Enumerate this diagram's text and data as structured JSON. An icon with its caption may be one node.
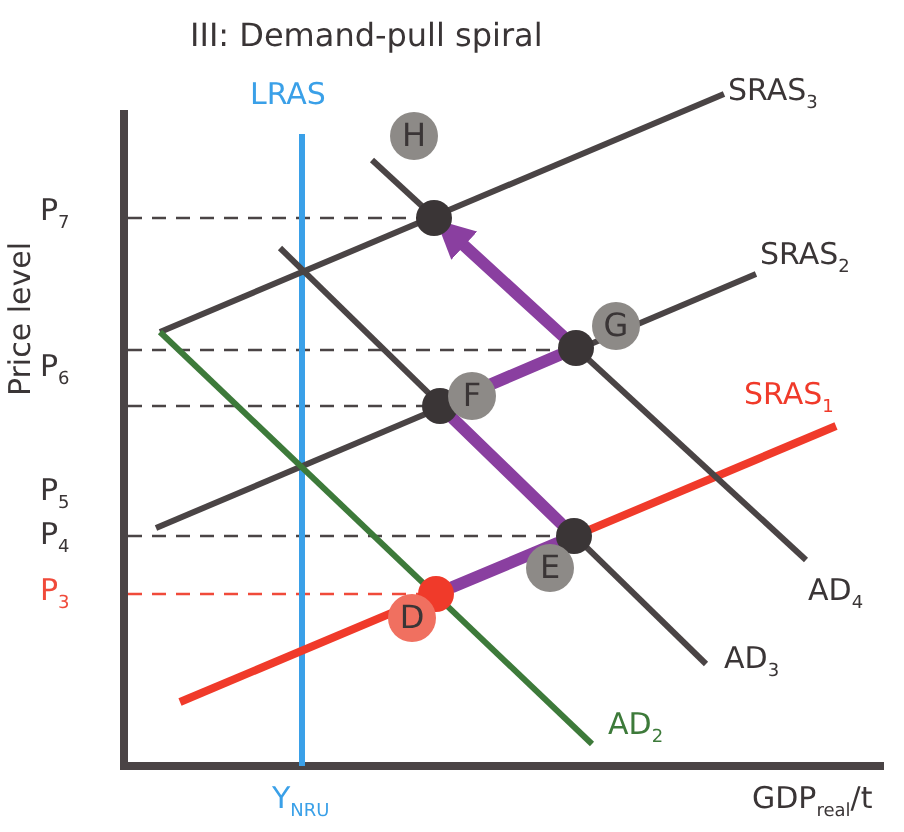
{
  "diagram": {
    "title": "III: Demand-pull spiral",
    "nodes": [
      {
        "text": [],
        "shape": "circle",
        "beside": [
          "D"
        ]
      },
      {
        "text": [],
        "shape": "circle",
        "beside": [
          "E"
        ]
      },
      {
        "text": [],
        "shape": "circle",
        "beside": [
          "F"
        ]
      },
      {
        "text": [],
        "shape": "circle",
        "beside": [
          "G"
        ]
      },
      {
        "text": [],
        "shape": "circle",
        "beside": [
          "H"
        ]
      }
    ],
    "edges": [
      {
        "from": 0,
        "to": 1,
        "arrow": "none"
      },
      {
        "from": 1,
        "to": 2,
        "arrow": "none"
      },
      {
        "from": 2,
        "to": 3,
        "arrow": "none"
      },
      {
        "from": 3,
        "to": 4,
        "arrow": "to"
      }
    ],
    "labels": [
      "LRAS",
      "SRAS$_{3}$",
      "SRAS$_{2}$",
      "SRAS$_{1}$",
      "P$_{7}$",
      "P$_{6}$",
      "P$_{5}$",
      "P$_{4}$",
      "P$_{3}$",
      "AD$_{4}$",
      "AD$_{3}$",
      "AD$_{2}$",
      "Y$_{NRU}$",
      "GDP$_{real}$/t",
      "Price level"
    ]
  }
}
